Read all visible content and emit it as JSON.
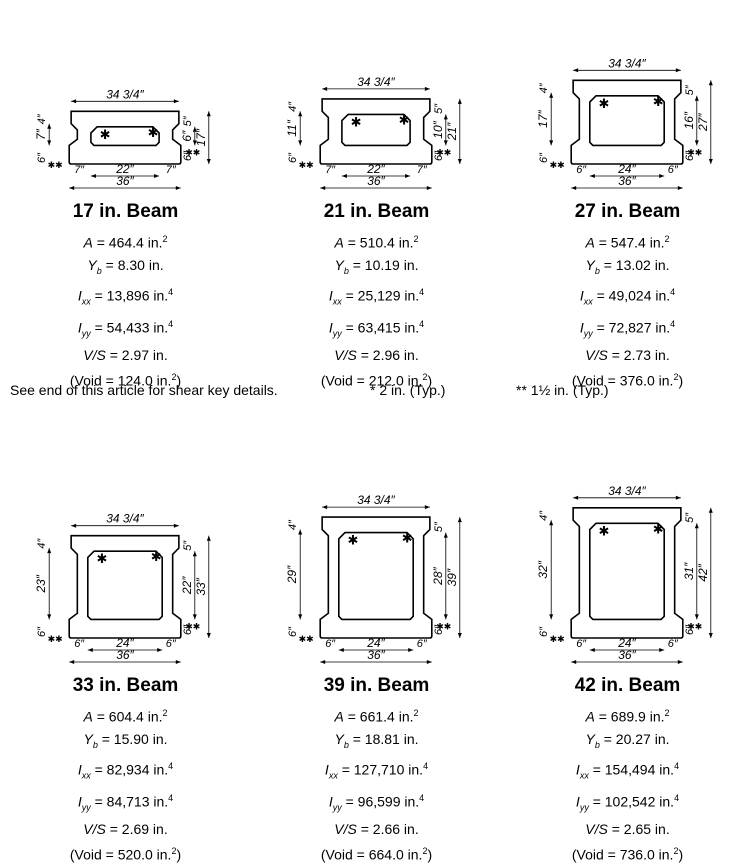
{
  "common": {
    "top_width": "34",
    "top_width_frac": "3/4",
    "bottom_width": "36″",
    "bottom_key": "6″",
    "top_key": "4″",
    "star_single": "✱",
    "star_double": "✱✱"
  },
  "beams": [
    {
      "title": "17 in. Beam",
      "A": "464.4",
      "Yb": "8.30",
      "Ixx": "13,896",
      "Iyy": "54,433",
      "VS": "2.97",
      "void": "124.0",
      "dims": {
        "height": "17″",
        "void_h": "6″",
        "top_flange": "5″",
        "bot_flange": "6″",
        "left_side": "7″",
        "left_top": "4″",
        "left_bot": "6″",
        "side_w": "7″",
        "void_w": "22″"
      }
    },
    {
      "title": "21 in. Beam",
      "A": "510.4",
      "Yb": "10.19",
      "Ixx": "25,129",
      "Iyy": "63,415",
      "VS": "2.96",
      "void": "212.0",
      "dims": {
        "height": "21″",
        "void_h": "10″",
        "top_flange": "5″",
        "bot_flange": "6″",
        "left_side": "11″",
        "left_top": "4″",
        "left_bot": "6″",
        "side_w": "7″",
        "void_w": "22″"
      }
    },
    {
      "title": "27 in. Beam",
      "A": "547.4",
      "Yb": "13.02",
      "Ixx": "49,024",
      "Iyy": "72,827",
      "VS": "2.73",
      "void": "376.0",
      "dims": {
        "height": "27″",
        "void_h": "16″",
        "top_flange": "5″",
        "bot_flange": "6″",
        "left_side": "17″",
        "left_top": "4″",
        "left_bot": "6″",
        "side_w": "6″",
        "void_w": "24″"
      }
    },
    {
      "title": "33 in. Beam",
      "A": "604.4",
      "Yb": "15.90",
      "Ixx": "82,934",
      "Iyy": "84,713",
      "VS": "2.69",
      "void": "520.0",
      "dims": {
        "height": "33″",
        "void_h": "22″",
        "top_flange": "5″",
        "bot_flange": "6″",
        "left_side": "23″",
        "left_top": "4″",
        "left_bot": "6″",
        "side_w": "6″",
        "void_w": "24″"
      }
    },
    {
      "title": "39 in. Beam",
      "A": "661.4",
      "Yb": "18.81",
      "Ixx": "127,710",
      "Iyy": "96,599",
      "VS": "2.66",
      "void": "664.0",
      "dims": {
        "height": "39″",
        "void_h": "28″",
        "top_flange": "5″",
        "bot_flange": "6″",
        "left_side": "29″",
        "left_top": "4″",
        "left_bot": "6″",
        "side_w": "6″",
        "void_w": "24″"
      }
    },
    {
      "title": "42 in. Beam",
      "A": "689.9",
      "Yb": "20.27",
      "Ixx": "154,494",
      "Iyy": "102,542",
      "VS": "2.65",
      "void": "736.0",
      "dims": {
        "height": "42″",
        "void_h": "31″",
        "top_flange": "5″",
        "bot_flange": "6″",
        "left_side": "32″",
        "left_top": "4″",
        "left_bot": "6″",
        "side_w": "6″",
        "void_w": "24″"
      }
    }
  ],
  "labels": {
    "A": "A",
    "Yb": "Y",
    "Yb_sub": "b",
    "Ixx": "I",
    "Ixx_sub": "xx",
    "Iyy": "I",
    "Iyy_sub": "yy",
    "VS": "V/S",
    "unit_in": "in.",
    "unit_in2": "in.",
    "sup2": "2",
    "sup4": "4",
    "void_prefix": "(Void =",
    "void_suffix": ")"
  },
  "notes": {
    "shear_key": "See end of this article for shear key details.",
    "single_star": "* 2 in. (Typ.)",
    "double_star": "** 1½ in. (Typ.)"
  }
}
